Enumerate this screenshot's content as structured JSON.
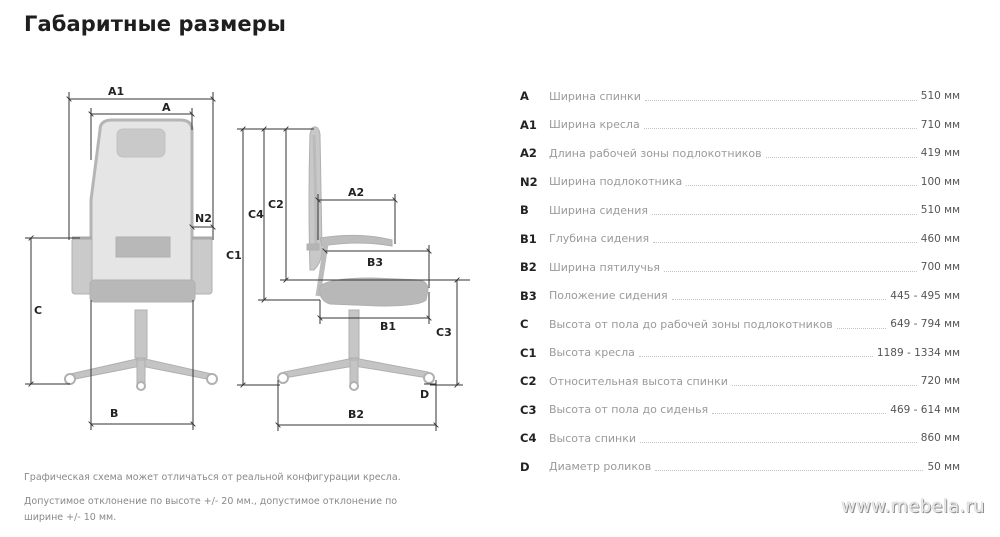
{
  "title": "Габаритные размеры",
  "diagram_labels": {
    "A1": "A1",
    "A": "A",
    "N2": "N2",
    "C": "C",
    "B": "B",
    "C4": "C4",
    "C2": "C2",
    "C1": "C1",
    "A2": "A2",
    "B3": "B3",
    "B1": "B1",
    "C3": "C3",
    "D": "D",
    "B2": "B2"
  },
  "notes": {
    "scheme": "Графическая схема может отличаться от реальной конфигурации кресла.",
    "tolerance": "Допустимое отклонение по высоте +/- 20 мм., допустимое отклонение по ширине +/- 10 мм."
  },
  "specs": [
    {
      "code": "A",
      "name": "Ширина спинки",
      "value": "510 мм"
    },
    {
      "code": "A1",
      "name": "Ширина кресла",
      "value": "710 мм"
    },
    {
      "code": "A2",
      "name": "Длина рабочей зоны подлокотников",
      "value": "419 мм"
    },
    {
      "code": "N2",
      "name": "Ширина подлокотника",
      "value": "100 мм"
    },
    {
      "code": "B",
      "name": "Ширина сидения",
      "value": "510 мм"
    },
    {
      "code": "B1",
      "name": "Глубина сидения",
      "value": "460 мм"
    },
    {
      "code": "B2",
      "name": "Ширина пятилучья",
      "value": "700 мм"
    },
    {
      "code": "B3",
      "name": "Положение сидения",
      "value": "445 - 495 мм"
    },
    {
      "code": "C",
      "name": "Высота от пола до рабочей зоны подлокотников",
      "value": "649 - 794 мм"
    },
    {
      "code": "C1",
      "name": "Высота кресла",
      "value": "1189 - 1334 мм"
    },
    {
      "code": "C2",
      "name": "Относительная высота спинки",
      "value": "720 мм"
    },
    {
      "code": "C3",
      "name": "Высота от пола до сиденья",
      "value": "469 - 614 мм"
    },
    {
      "code": "C4",
      "name": "Высота спинки",
      "value": "860 мм"
    },
    {
      "code": "D",
      "name": "Диаметр роликов",
      "value": "50 мм"
    }
  ],
  "watermark": "www.mebela.ru",
  "colors": {
    "chair_fill": "#bdbdbd",
    "chair_dark": "#a8a8a8",
    "line": "#3a3a3a"
  }
}
